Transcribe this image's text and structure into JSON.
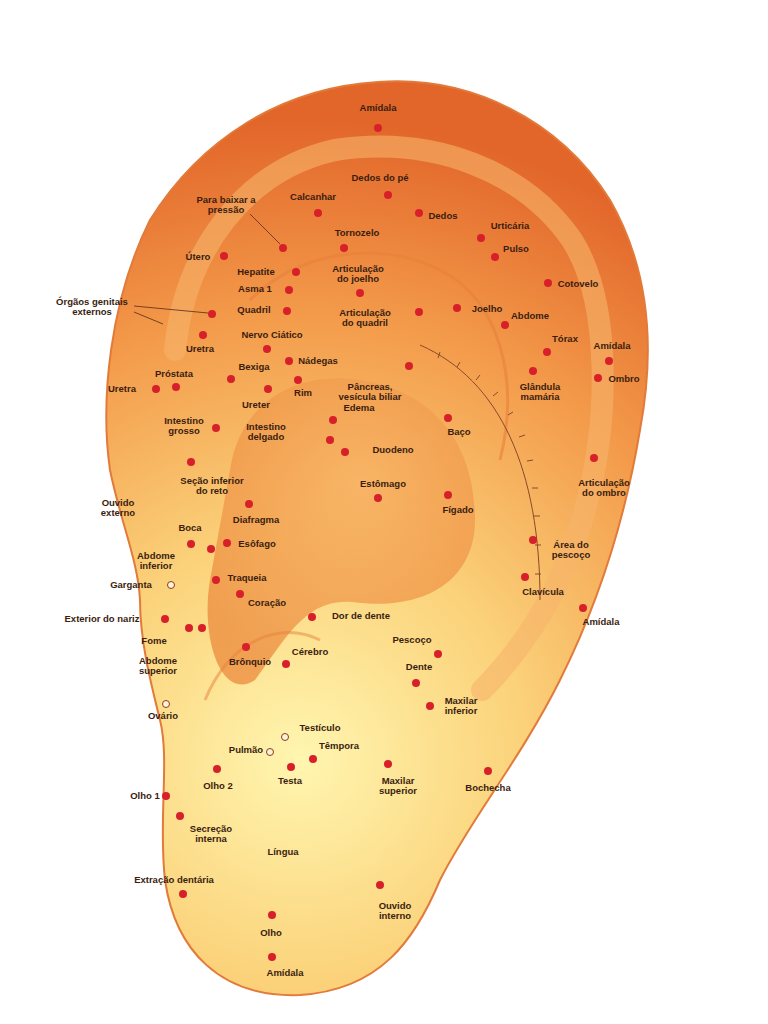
{
  "diagram": {
    "labels": [
      "Amídala",
      "Dedos do pé",
      "Calcanhar",
      "Para baixar a pressão",
      "Dedos",
      "Urticária",
      "Tornozelo",
      "Pulso",
      "Útero",
      "Hepatite",
      "Articulação do joelho",
      "Asma 1",
      "Cotovelo",
      "Órgãos genitais externos",
      "Quadril",
      "Articulação do quadril",
      "Joelho",
      "Abdome",
      "Nervo Ciático",
      "Uretra",
      "Tórax",
      "Amídala",
      "Próstata",
      "Bexiga",
      "Nádegas",
      "Uretra",
      "Glândula mamária",
      "Ombro",
      "Rim",
      "Ureter",
      "Pâncreas, vesícula biliar",
      "Edema",
      "Intestino grosso",
      "Baço",
      "Intestino delgado",
      "Duodeno",
      "Articulação do ombro",
      "Seção inferior do reto",
      "Estômago",
      "Ouvido externo",
      "Fígado",
      "Diafragma",
      "Boca",
      "Esôfago",
      "Abdome inferior",
      "Área do pescoço",
      "Traqueia",
      "Garganta",
      "Clavícula",
      "Coração",
      "Amídala",
      "Exterior do nariz",
      "Dor de dente",
      "Fome",
      "Pescoço",
      "Abdome superior",
      "Brônquio",
      "Cérebro",
      "Dente",
      "Maxilar inferior",
      "Ovário",
      "Testículo",
      "Têmpora",
      "Pulmão",
      "Olho 2",
      "Testa",
      "Maxilar superior",
      "Bochecha",
      "Olho 1",
      "Secreção interna",
      "Língua",
      "Extração dentária",
      "Ouvido interno",
      "Olho",
      "Amídala"
    ]
  }
}
